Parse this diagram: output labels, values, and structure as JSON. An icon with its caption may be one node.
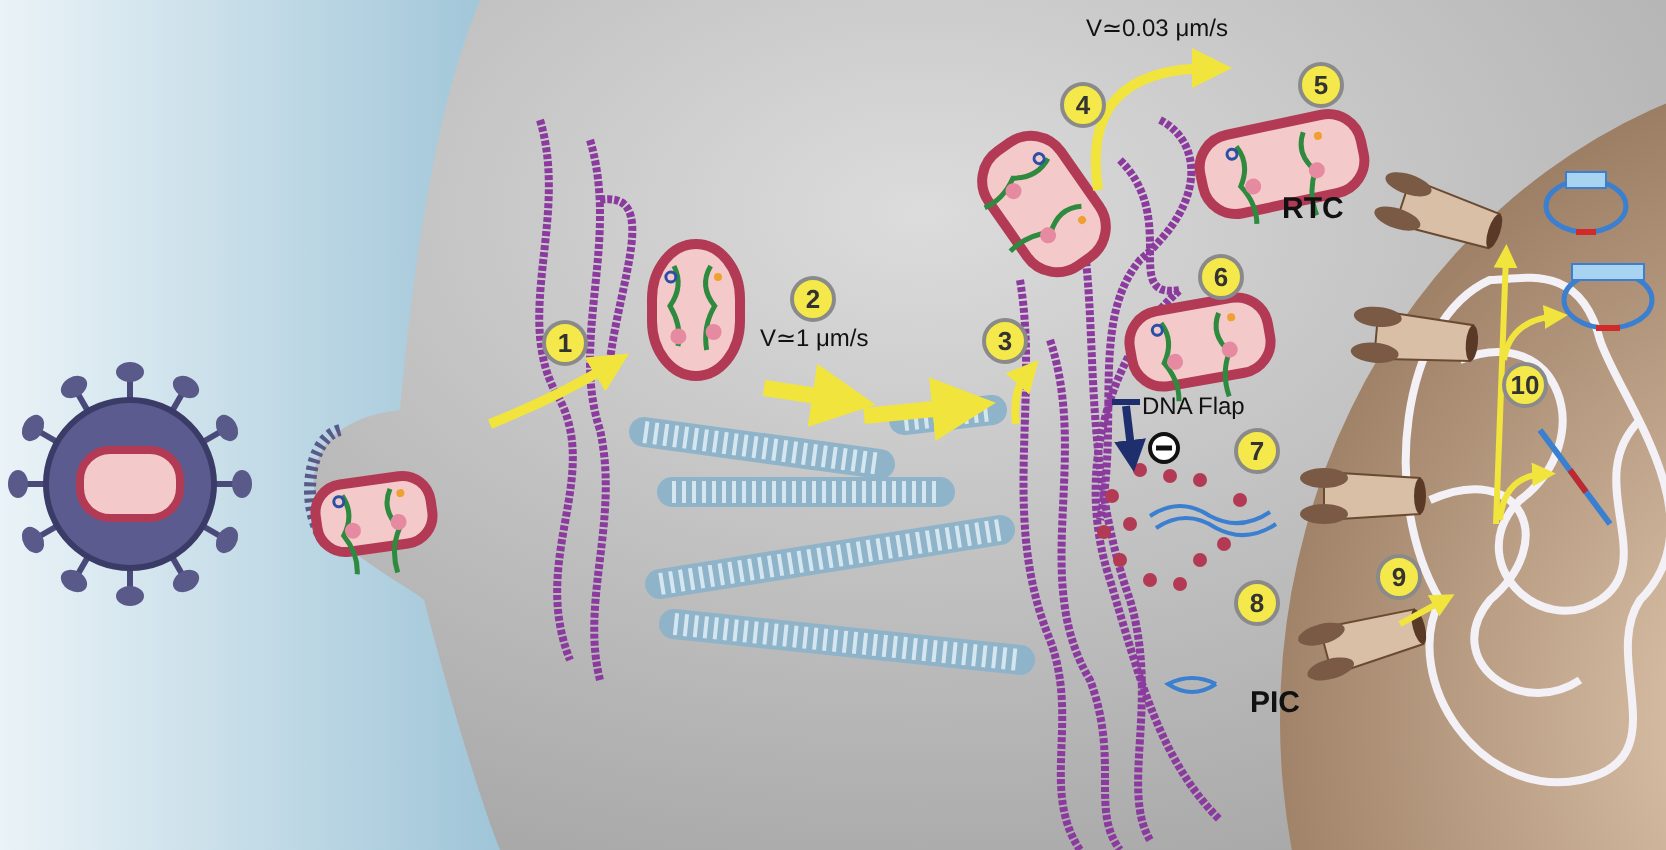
{
  "diagram": {
    "labels": [
      "1",
      "2",
      "V≃1 μm/s",
      "3",
      "4",
      "V≃0.03 μm/s",
      "5",
      "RTC",
      "6",
      "DNA Flap",
      "7",
      "8",
      "PIC",
      "9",
      "10"
    ]
  }
}
